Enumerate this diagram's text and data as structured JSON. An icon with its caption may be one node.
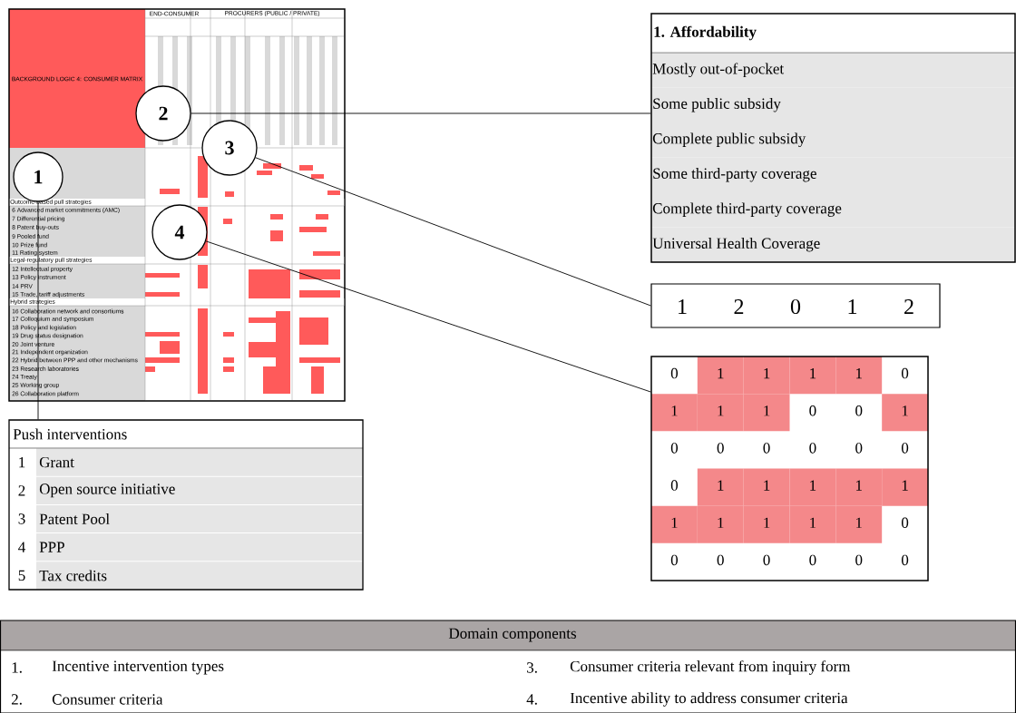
{
  "diagram": {
    "nodes": [
      {
        "text": [],
        "shape": "picture"
      },
      {
        "text": [
          "1"
        ],
        "in": 0
      },
      {
        "text": [
          "2"
        ],
        "in": 0
      },
      {
        "text": [
          "3"
        ],
        "in": 0
      },
      {
        "text": [
          "4"
        ],
        "in": 0
      },
      {
        "text": [
          "1. Affordability",
          "Mostly out-of-pocket",
          "Some public subsidy",
          "Complete public subsidy",
          "Some third-party coverage",
          "Complete third-party coverage",
          "Universal Health Coverage"
        ]
      },
      {
        "text": [
          "1",
          "2",
          "0",
          "1",
          "2"
        ]
      },
      {
        "text": [
          "0",
          "1",
          "1",
          "1",
          "1",
          "0",
          "1",
          "1",
          "1",
          "0",
          "0",
          "1",
          "0",
          "0",
          "0",
          "0",
          "0",
          "0",
          "0",
          "1",
          "1",
          "1",
          "1",
          "1",
          "1",
          "1",
          "1",
          "1",
          "1",
          "0",
          "0",
          "0",
          "0",
          "0",
          "0",
          "0"
        ]
      },
      {
        "text": [
          "Push interventions",
          "1",
          "Grant",
          "2",
          "Open source initiative",
          "3",
          "Patent Pool",
          "4",
          "PPP",
          "5",
          "Tax credits"
        ]
      },
      {
        "text": [
          "Domain components",
          "1.",
          "Incentive intervention types",
          "3.",
          "Consumer criteria relevant from inquiry form",
          "2.",
          "Consumer criteria",
          "4.",
          "Incentive ability to address consumer criteria"
        ]
      }
    ],
    "edges": [
      {
        "from": 1,
        "to": 8,
        "arrow": "none"
      },
      {
        "from": 2,
        "to": 5,
        "arrow": "none"
      },
      {
        "from": 3,
        "to": 6,
        "arrow": "none"
      },
      {
        "from": 4,
        "to": 7,
        "arrow": "none"
      }
    ],
    "labels": [
      "BACKGROUND LOGIC 4: CONSUMER MATRIX",
      "END-CONSUMER",
      "PROCURERS (PUBLIC / PRIVATE)",
      "Outcome-based pull strategies",
      "6 Advanced market commitments (AMC)",
      "7 Differential pricing",
      "8 Patent buy-outs",
      "9 Pooled fund",
      "10 Prize fund",
      "11 Rating system",
      "Legal-regulatory pull strategies",
      "12 Intellectual property",
      "13 Policy instrument",
      "14 PRV",
      "15 Trade, tariff adjustments",
      "Hybrid strategies",
      "16 Collaboration network and consortiums",
      "17 Colloquium and symposium",
      "18 Policy and legislation",
      "19 Drug status designation",
      "20 Joint venture",
      "21 Independent organization",
      "22 Hybrid between PPP and other mechanisms",
      "23 Research laboratories",
      "24 Treaty",
      "25 Working group",
      "26 Collaboration platform"
    ]
  }
}
